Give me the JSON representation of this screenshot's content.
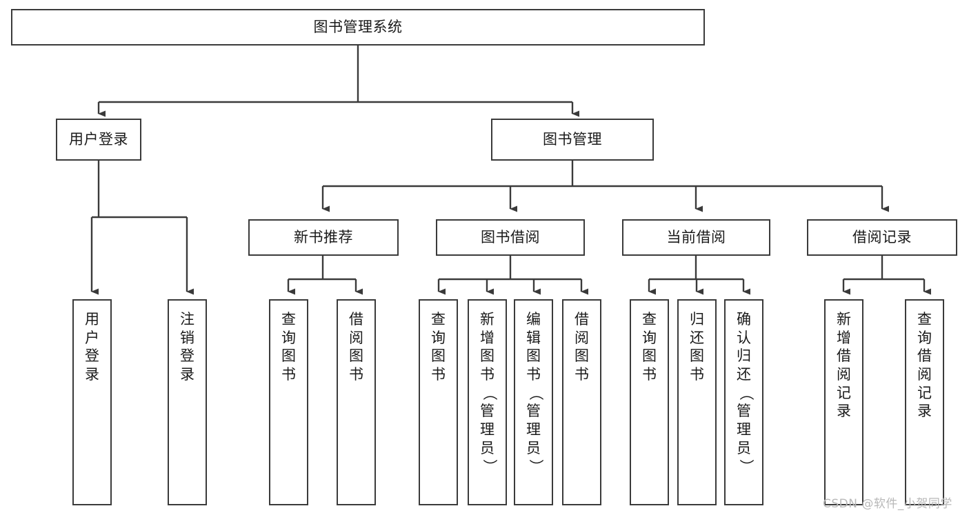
{
  "diagram": {
    "title": "图书管理系统",
    "type": "tree-hierarchy-chart",
    "colors": {
      "background": "#ffffff",
      "border": "#3a3a3a",
      "text": "#1a1a1a",
      "edge": "#3a3a3a",
      "watermark": "#b8b8b8"
    },
    "root": {
      "label": "图书管理系统"
    },
    "level2": [
      {
        "label": "用户登录"
      },
      {
        "label": "图书管理"
      }
    ],
    "level3": [
      {
        "label": "新书推荐"
      },
      {
        "label": "图书借阅"
      },
      {
        "label": "当前借阅"
      },
      {
        "label": "借阅记录"
      }
    ],
    "leaves": {
      "user_login": [
        {
          "label": "用户登录"
        },
        {
          "label": "注销登录"
        }
      ],
      "new_book_recommend": [
        {
          "label": "查询图书"
        },
        {
          "label": "借阅图书"
        }
      ],
      "book_borrow": [
        {
          "label": "查询图书"
        },
        {
          "label": "新增图书（管理员）"
        },
        {
          "label": "编辑图书（管理员）"
        },
        {
          "label": "借阅图书"
        }
      ],
      "current_borrow": [
        {
          "label": "查询图书"
        },
        {
          "label": "归还图书"
        },
        {
          "label": "确认归还（管理员）"
        }
      ],
      "borrow_record": [
        {
          "label": "新增借阅记录"
        },
        {
          "label": "查询借阅记录"
        }
      ]
    },
    "watermark": "CSDN @软件_小贺同学"
  }
}
